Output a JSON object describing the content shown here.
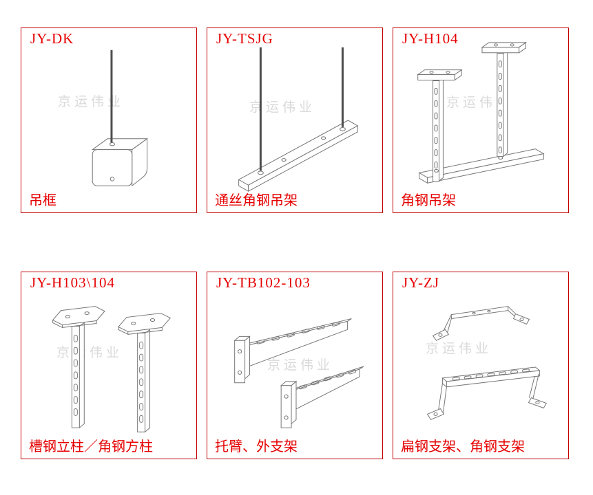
{
  "page": {
    "background": "#ffffff",
    "watermark_text": "京运伟业"
  },
  "colors": {
    "panel_border": "#c40000",
    "label_red": "#e60000",
    "drawing_line": "#767676",
    "rod_line": "#4d4d4d",
    "watermark_gray": "#d9d9d9"
  },
  "panels": [
    {
      "code": "JY-DK",
      "caption": "吊框",
      "watermark": "京运伟业",
      "drawing": "hanging-frame"
    },
    {
      "code": "JY-TSJG",
      "caption": "通丝角钢吊架",
      "watermark": "京运伟业",
      "drawing": "threaded-rod-angle-hanger"
    },
    {
      "code": "JY-H104",
      "caption": "角钢吊架",
      "watermark": "京运伟业",
      "drawing": "angle-steel-hanger"
    },
    {
      "code": "JY-H103\\104",
      "caption": "槽钢立柱／角钢方柱",
      "watermark": "京运伟业",
      "drawing": "channel-column-angle-column"
    },
    {
      "code": "JY-TB102-103",
      "caption": "托臂、外支架",
      "watermark": "京运伟业",
      "drawing": "cantilever-arm-bracket"
    },
    {
      "code": "JY-ZJ",
      "caption": "扁钢支架、角钢支架",
      "watermark": "京运伟业",
      "drawing": "flat-steel-bracket"
    }
  ]
}
